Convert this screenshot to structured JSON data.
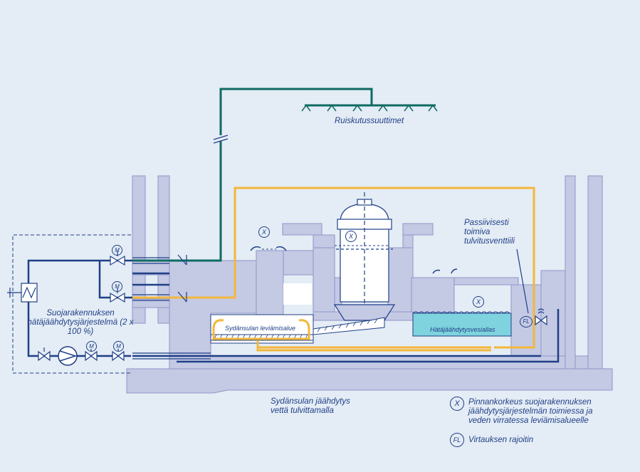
{
  "labels": {
    "sprinklers": "Ruiskutussuuttimet",
    "passive_valve": "Passiivisesti toimiva tulvitusventtiili",
    "containment_system": "Suojarakennuksen hätäjäähdytysjärjestelmä (2 x 100 %)",
    "core_spreading_area": "Sydänsulan leviämisalue",
    "emergency_pool": "Hätäjäähdytysvesiallas",
    "core_cooling": "Sydänsulan jäähdytys vettä tulvittamalla",
    "valve_symbol": "M",
    "level_symbol": "X",
    "flow_limiter_symbol": "FL"
  },
  "legend": {
    "level_text": "Pinnankorkeus suojarakennuksen jäähdytysjärjestelmän toimiessa ja veden virratessa leviämisalueelle",
    "limiter_text": "Virtauksen rajoitin"
  },
  "colors": {
    "background": "#e4ecf5",
    "structure": "#c4c9e4",
    "pipe_dark_blue": "#1f3f86",
    "pipe_green": "#0e6b63",
    "pipe_orange": "#f3b73a",
    "water": "#7fd3df",
    "text": "#1f3f86"
  }
}
